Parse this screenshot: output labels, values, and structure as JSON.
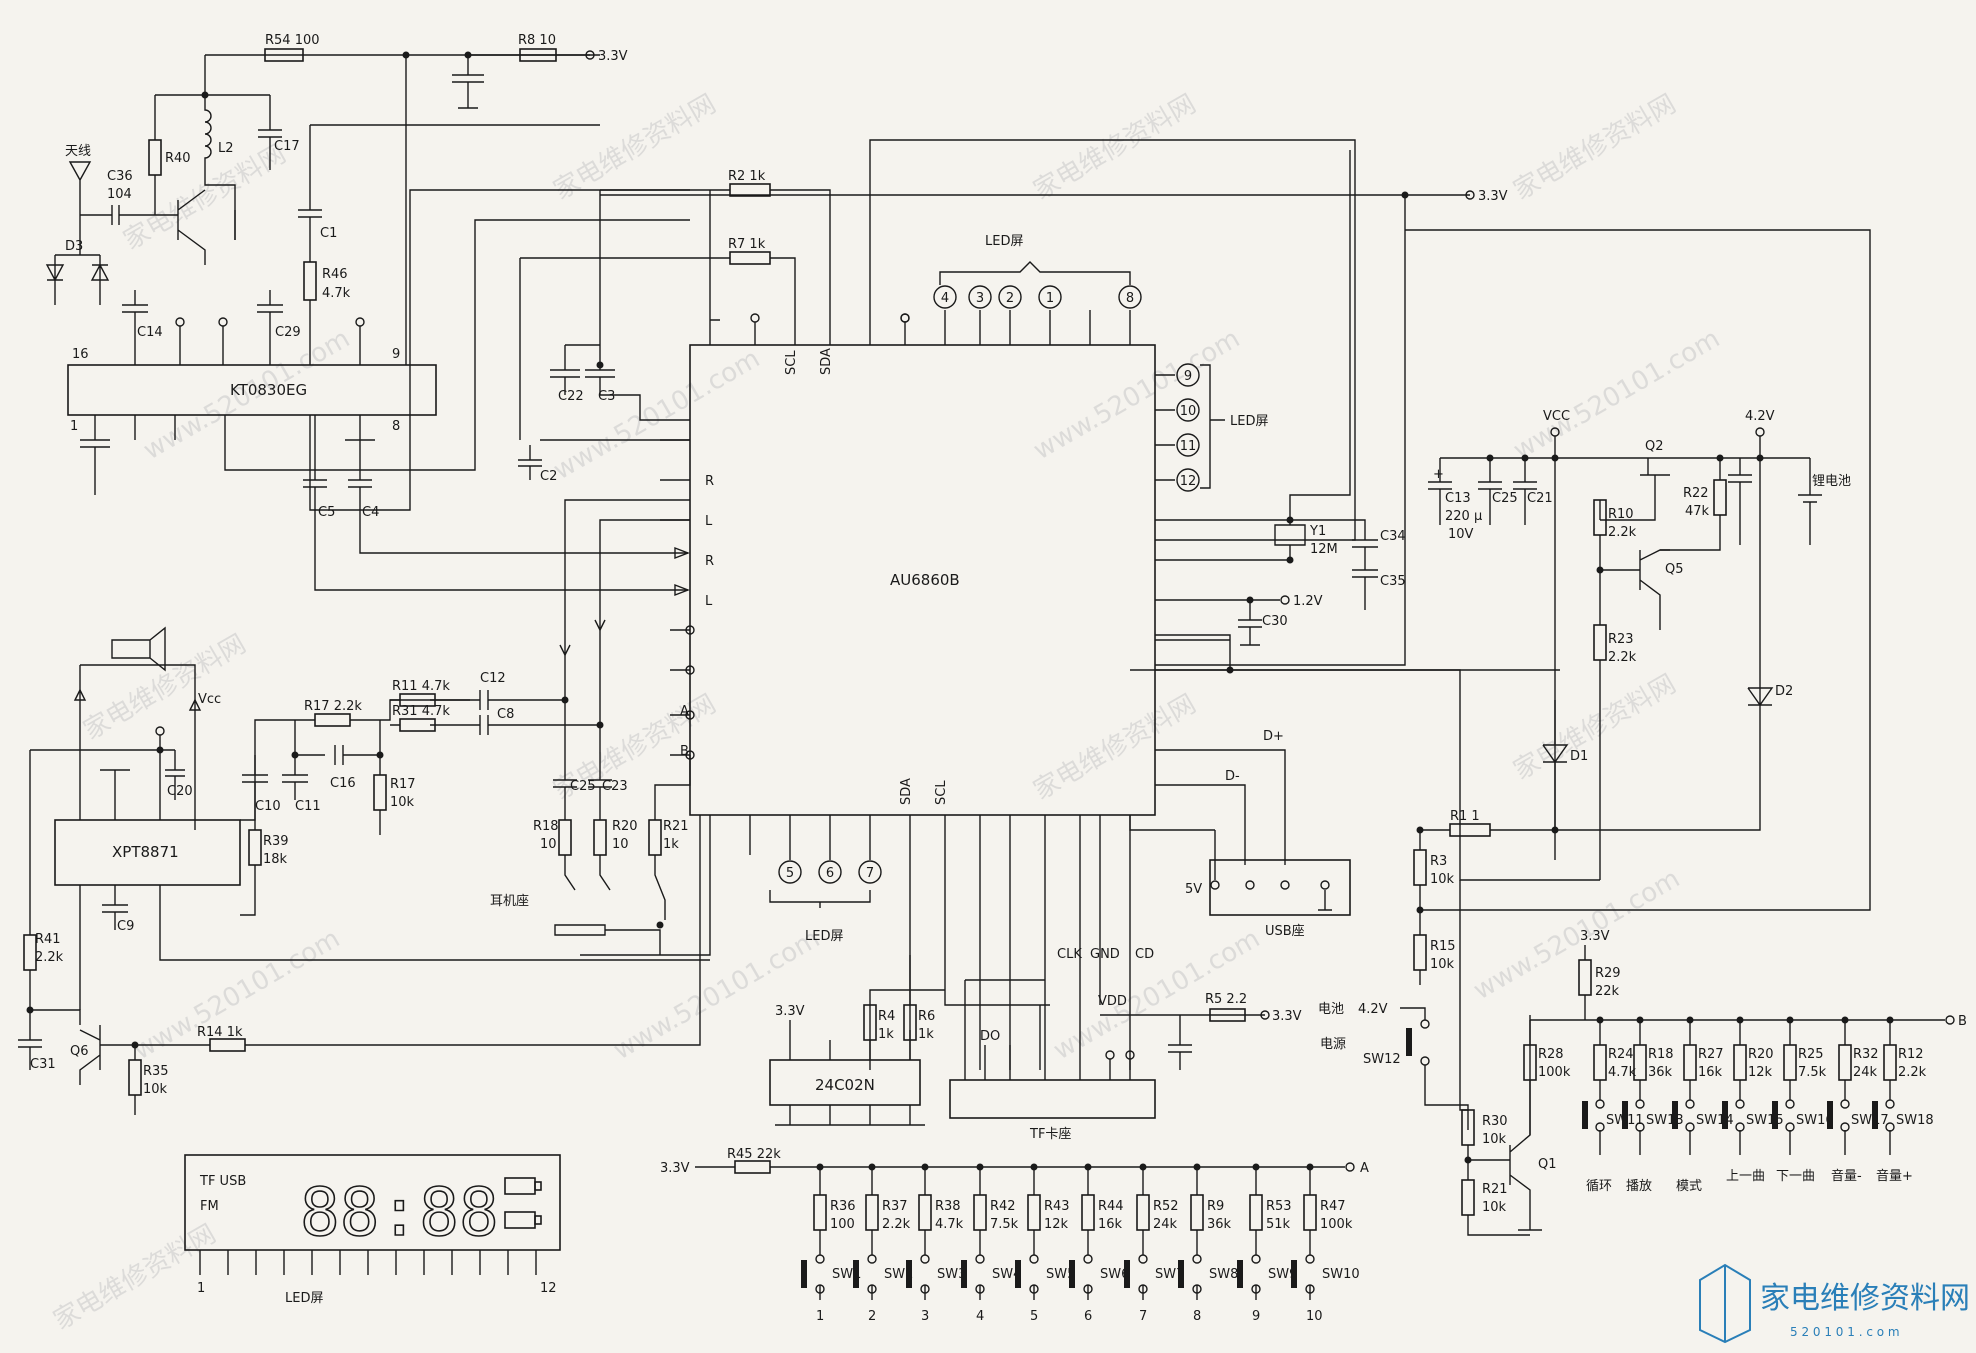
{
  "ics": {
    "kt": "KT0830EG",
    "main": "AU6860B",
    "amp": "XPT8871",
    "eeprom": "24C02N"
  },
  "pins": {
    "kt16": "16",
    "kt1": "1",
    "kt9": "9",
    "kt8": "8",
    "scl": "SCL",
    "sda": "SDA",
    "r1": "R",
    "l1": "L",
    "r2": "R",
    "l2": "L",
    "a": "A",
    "b": "B",
    "sda2": "SDA",
    "scl2": "SCL",
    "clk": "CLK",
    "gnd": "GND",
    "cd": "CD",
    "d0": "DO",
    "vdd": "VDD",
    "dp": "D+",
    "dm": "D-",
    "v5": "5V"
  },
  "rails": {
    "v33a": "3.3V",
    "v33b": "3.3V",
    "v33c": "3.3V",
    "v33d": "3.3V",
    "v33e": "3.3V",
    "v33f": "3.3V",
    "v12": "1.2V",
    "vcc": "VCC",
    "v42": "4.2V",
    "vcc2": "Vcc"
  },
  "parts": {
    "R54": "R54  100",
    "R8": "R8  10",
    "R40": "R40",
    "L2": "L2",
    "C17": "C17",
    "ant": "天线",
    "C36": "C36",
    "C36v": "104",
    "D3": "D3",
    "C1": "C1",
    "R46": "R46",
    "R46v": "4.7k",
    "C14": "C14",
    "C29": "C29",
    "R2": "R2  1k",
    "R7": "R7  1k",
    "C22": "C22",
    "C3": "C3",
    "C2": "C2",
    "C5": "C5",
    "C4": "C4",
    "Y1": "Y1",
    "Y1v": "12M",
    "C34": "C34",
    "C35": "C35",
    "C30": "C30",
    "C13": "C13",
    "C13v": "220 μ",
    "C13v2": "10V",
    "C25": "C25",
    "C21": "C21",
    "Q2": "Q2",
    "R22": "R22",
    "R22v": "47k",
    "R10": "R10",
    "R10v": "2.2k",
    "Q5": "Q5",
    "R23": "R23",
    "R23v": "2.2k",
    "D1": "D1",
    "D2": "D2",
    "batt": "锂电池",
    "R11": "R11  4.7k",
    "R31": "R31  4.7k",
    "C12": "C12",
    "C8": "C8",
    "R17a": "R17  2.2k",
    "C16": "C16",
    "R17b": "R17",
    "R17bv": "10k",
    "C20": "C20",
    "C10": "C10",
    "C11": "C11",
    "R39": "R39",
    "R39v": "18k",
    "C25b": "C25",
    "C23": "C23",
    "R18": "R18",
    "R18v": "10",
    "R20": "R20",
    "R20v": "10",
    "R21a": "R21",
    "R21av": "1k",
    "C9": "C9",
    "R41": "R41",
    "R41v": "2.2k",
    "C31": "C31",
    "Q6": "Q6",
    "R14": "R14  1k",
    "R35": "R35",
    "R35v": "10k",
    "R1": "R1  1",
    "R3": "R3",
    "R3v": "10k",
    "R15": "R15",
    "R15v": "10k",
    "R4": "R4",
    "R4v": "1k",
    "R6": "R6",
    "R6v": "1k",
    "R5": "R5  2.2",
    "R29": "R29",
    "R29v": "22k",
    "R30": "R30",
    "R30v": "10k",
    "R21b": "R21",
    "R21bv": "10k",
    "Q1": "Q1",
    "R45": "R45  22k",
    "SW12": "SW12"
  },
  "labels": {
    "ledTop": "LED屏",
    "ledRight": "LED屏",
    "ledBottom": "LED屏",
    "ledDisp": "LED屏",
    "earphone": "耳机座",
    "usb": "USB座",
    "tf": "TF卡座",
    "battery": "电池",
    "battV": "4.2V",
    "power": "电源",
    "dispTF": "TF USB",
    "dispFM": "FM",
    "dispDigits": "88:88",
    "dispP1": "1",
    "dispP12": "12"
  },
  "circles": {
    "top": [
      "4",
      "3",
      "2",
      "1",
      "8"
    ],
    "right": [
      "9",
      "10",
      "11",
      "12"
    ],
    "bottom": [
      "5",
      "6",
      "7"
    ]
  },
  "rightSwitches": [
    {
      "res": "R28",
      "val": "100k",
      "sw": "",
      "fn": ""
    },
    {
      "res": "R24",
      "val": "4.7k",
      "sw": "SW11",
      "fn": "循环"
    },
    {
      "res": "R18",
      "val": "36k",
      "sw": "SW13",
      "fn": "播放"
    },
    {
      "res": "R27",
      "val": "16k",
      "sw": "SW14",
      "fn": "模式"
    },
    {
      "res": "R20",
      "val": "12k",
      "sw": "SW15",
      "fn": "上一曲"
    },
    {
      "res": "R25",
      "val": "7.5k",
      "sw": "SW16",
      "fn": "下一曲"
    },
    {
      "res": "R32",
      "val": "24k",
      "sw": "SW17",
      "fn": "音量-"
    },
    {
      "res": "R12",
      "val": "2.2k",
      "sw": "SW18",
      "fn": "音量+"
    }
  ],
  "bottomSwitches": [
    {
      "res": "R36",
      "val": "100",
      "sw": "SW1",
      "n": "1"
    },
    {
      "res": "R37",
      "val": "2.2k",
      "sw": "SW2",
      "n": "2"
    },
    {
      "res": "R38",
      "val": "4.7k",
      "sw": "SW3",
      "n": "3"
    },
    {
      "res": "R42",
      "val": "7.5k",
      "sw": "SW4",
      "n": "4"
    },
    {
      "res": "R43",
      "val": "12k",
      "sw": "SW5",
      "n": "5"
    },
    {
      "res": "R44",
      "val": "16k",
      "sw": "SW6",
      "n": "6"
    },
    {
      "res": "R52",
      "val": "24k",
      "sw": "SW7",
      "n": "7"
    },
    {
      "res": "R9",
      "val": "36k",
      "sw": "SW8",
      "n": "8"
    },
    {
      "res": "R53",
      "val": "51k",
      "sw": "SW9",
      "n": "9"
    },
    {
      "res": "R47",
      "val": "100k",
      "sw": "SW10",
      "n": "10"
    }
  ],
  "nodes": {
    "a": "A",
    "b": "B"
  },
  "watermark": {
    "cn": "家电维修资料网",
    "url": "www.520101.com",
    "logo": "家电维修资料网",
    "logoUrl": "5 2 0 1 0 1 . c o m"
  }
}
